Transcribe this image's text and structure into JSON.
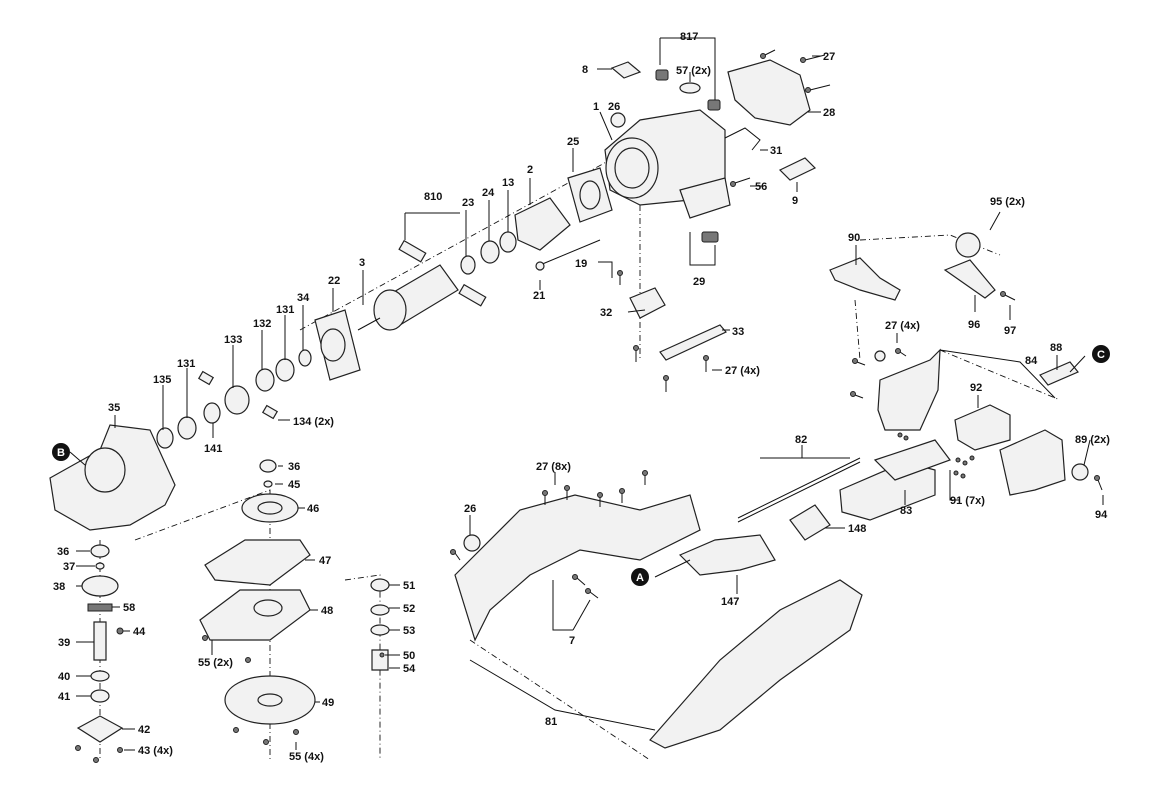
{
  "labels": {
    "l817": "817",
    "l8": "8",
    "l57": "57 (2x)",
    "l27a": "27",
    "l28": "28",
    "l1": "1",
    "l26a": "26",
    "l31": "31",
    "l25": "25",
    "l2": "2",
    "l13": "13",
    "l24": "24",
    "l23": "23",
    "l810": "810",
    "l56": "56",
    "l9": "9",
    "l95": "95 (2x)",
    "l90": "90",
    "l19": "19",
    "l21": "21",
    "l29": "29",
    "l22": "22",
    "l3": "3",
    "l34": "34",
    "l131a": "131",
    "l132": "132",
    "l133": "133",
    "l131b": "131",
    "l135": "135",
    "l35": "35",
    "l141": "141",
    "l134": "134 (2x)",
    "l32": "32",
    "l33": "33",
    "l27c": "27 (4x)",
    "l96": "96",
    "l97": "97",
    "l27b": "27 (4x)",
    "l84": "84",
    "l88": "88",
    "l92": "92",
    "l82": "82",
    "l89": "89 (2x)",
    "l94": "94",
    "l83": "83",
    "l91": "91 (7x)",
    "l27d": "27 (8x)",
    "l26b": "26",
    "l148": "148",
    "l147": "147",
    "l7": "7",
    "l81": "81",
    "l36a": "36",
    "l45": "45",
    "l46": "46",
    "l47": "47",
    "l48": "48",
    "l55a": "55 (2x)",
    "l49": "49",
    "l55b": "55 (4x)",
    "l51": "51",
    "l52": "52",
    "l53": "53",
    "l50": "50",
    "l54": "54",
    "l36b": "36",
    "l37": "37",
    "l38": "38",
    "l58": "58",
    "l39": "39",
    "l44": "44",
    "l40": "40",
    "l41": "41",
    "l42": "42",
    "l43": "43 (4x)"
  },
  "callouts": {
    "a": "A",
    "b": "B",
    "c": "C"
  },
  "colors": {
    "line": "#111111",
    "part_fill": "#f2f2f2",
    "dark_fill": "#777777",
    "background": "#ffffff"
  }
}
